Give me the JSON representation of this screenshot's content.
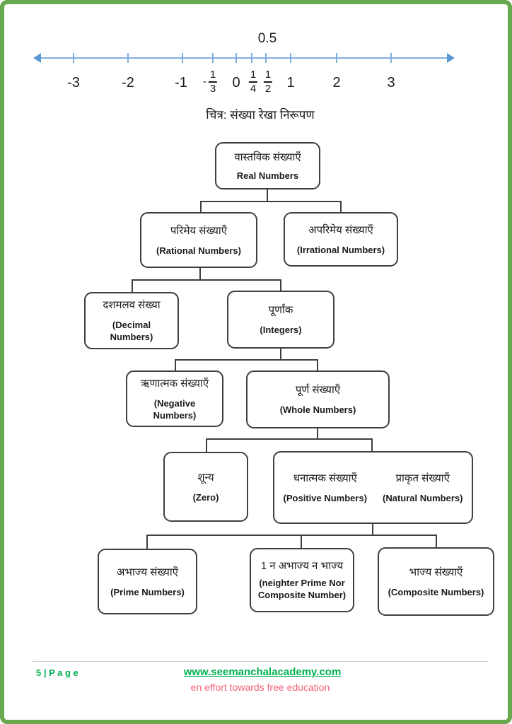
{
  "colors": {
    "page_border_green": "#6aa84f",
    "number_line_blue": "#7fafe0",
    "arrow_blue": "#5b9bd5",
    "box_border": "#3f3f3f",
    "footer_green": "#00b050",
    "tagline_pink": "#f4627e"
  },
  "number_line": {
    "top_label": "0.5",
    "tick_values": [
      -3,
      -2,
      -1,
      -0.333,
      0,
      0.25,
      0.5,
      1,
      2,
      3
    ],
    "labels": [
      {
        "text": "-3"
      },
      {
        "text": "-2"
      },
      {
        "text": "-1"
      },
      {
        "sign": "-",
        "num": "1",
        "den": "3"
      },
      {
        "text": "0"
      },
      {
        "num": "1",
        "den": "4"
      },
      {
        "num": "1",
        "den": "2"
      },
      {
        "text": "1"
      },
      {
        "text": "2"
      },
      {
        "text": "3"
      }
    ]
  },
  "caption": "चित्र: संख्या रेखा निरूपण",
  "tree": {
    "nodes": {
      "real": {
        "hindi": "वास्तविक संख्याएँ",
        "english": "Real Numbers"
      },
      "rational": {
        "hindi": "परिमेय संख्याएँ",
        "english": "(Rational Numbers)"
      },
      "irrational": {
        "hindi": "अपरिमेय संख्याएँ",
        "english": "(Irrational Numbers)"
      },
      "decimal": {
        "hindi": "दशमलव संख्या",
        "english": "(Decimal Numbers)"
      },
      "integers": {
        "hindi": "पूर्णांक",
        "english": "(Integers)"
      },
      "negative": {
        "hindi": "ऋणात्मक संख्याएँ",
        "english": "(Negative Numbers)"
      },
      "whole": {
        "hindi": "पूर्ण संख्याएँ",
        "english": "(Whole Numbers)"
      },
      "zero": {
        "hindi": "शून्य",
        "english": "(Zero)"
      },
      "positive": {
        "hindi": "धनात्मक संख्याएँ",
        "english": "(Positive Numbers)"
      },
      "natural": {
        "hindi": "प्राकृत संख्याएँ",
        "english": "(Natural Numbers)"
      },
      "prime": {
        "hindi": "अभाज्य संख्याएँ",
        "english": "(Prime Numbers)"
      },
      "neither": {
        "hindi": "1  न अभाज्य न भाज्य",
        "english": "(neighter Prime Nor Composite Number)"
      },
      "composite": {
        "hindi": "भाज्य संख्याएँ",
        "english": "(Composite Numbers)"
      }
    }
  },
  "footer": {
    "page_label": "5 | P a g e",
    "website": "www.seemanchalacademy.com",
    "tagline": "en effort towards free education"
  }
}
